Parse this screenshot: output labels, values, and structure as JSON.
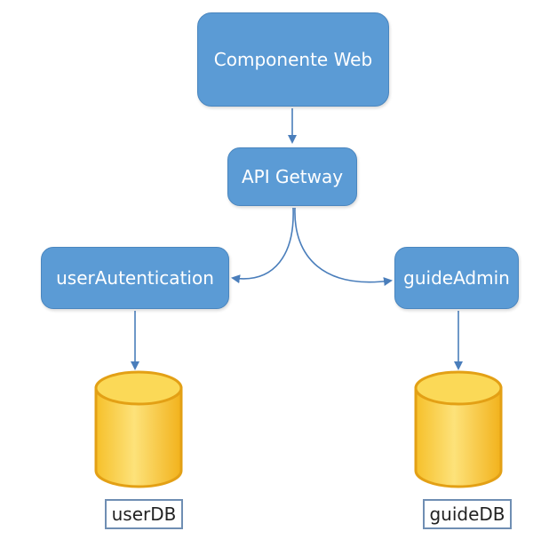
{
  "nodes": {
    "web": "Componente Web",
    "api": "API Getway",
    "auth": "userAutentication",
    "guide": "guideAdmin"
  },
  "databases": {
    "user": "userDB",
    "guide": "guideDB"
  },
  "colors": {
    "node_fill": "#5b9bd5",
    "arrow": "#4a7ebb",
    "db_fill": "#f9cf3f",
    "db_stroke": "#e3a015"
  }
}
